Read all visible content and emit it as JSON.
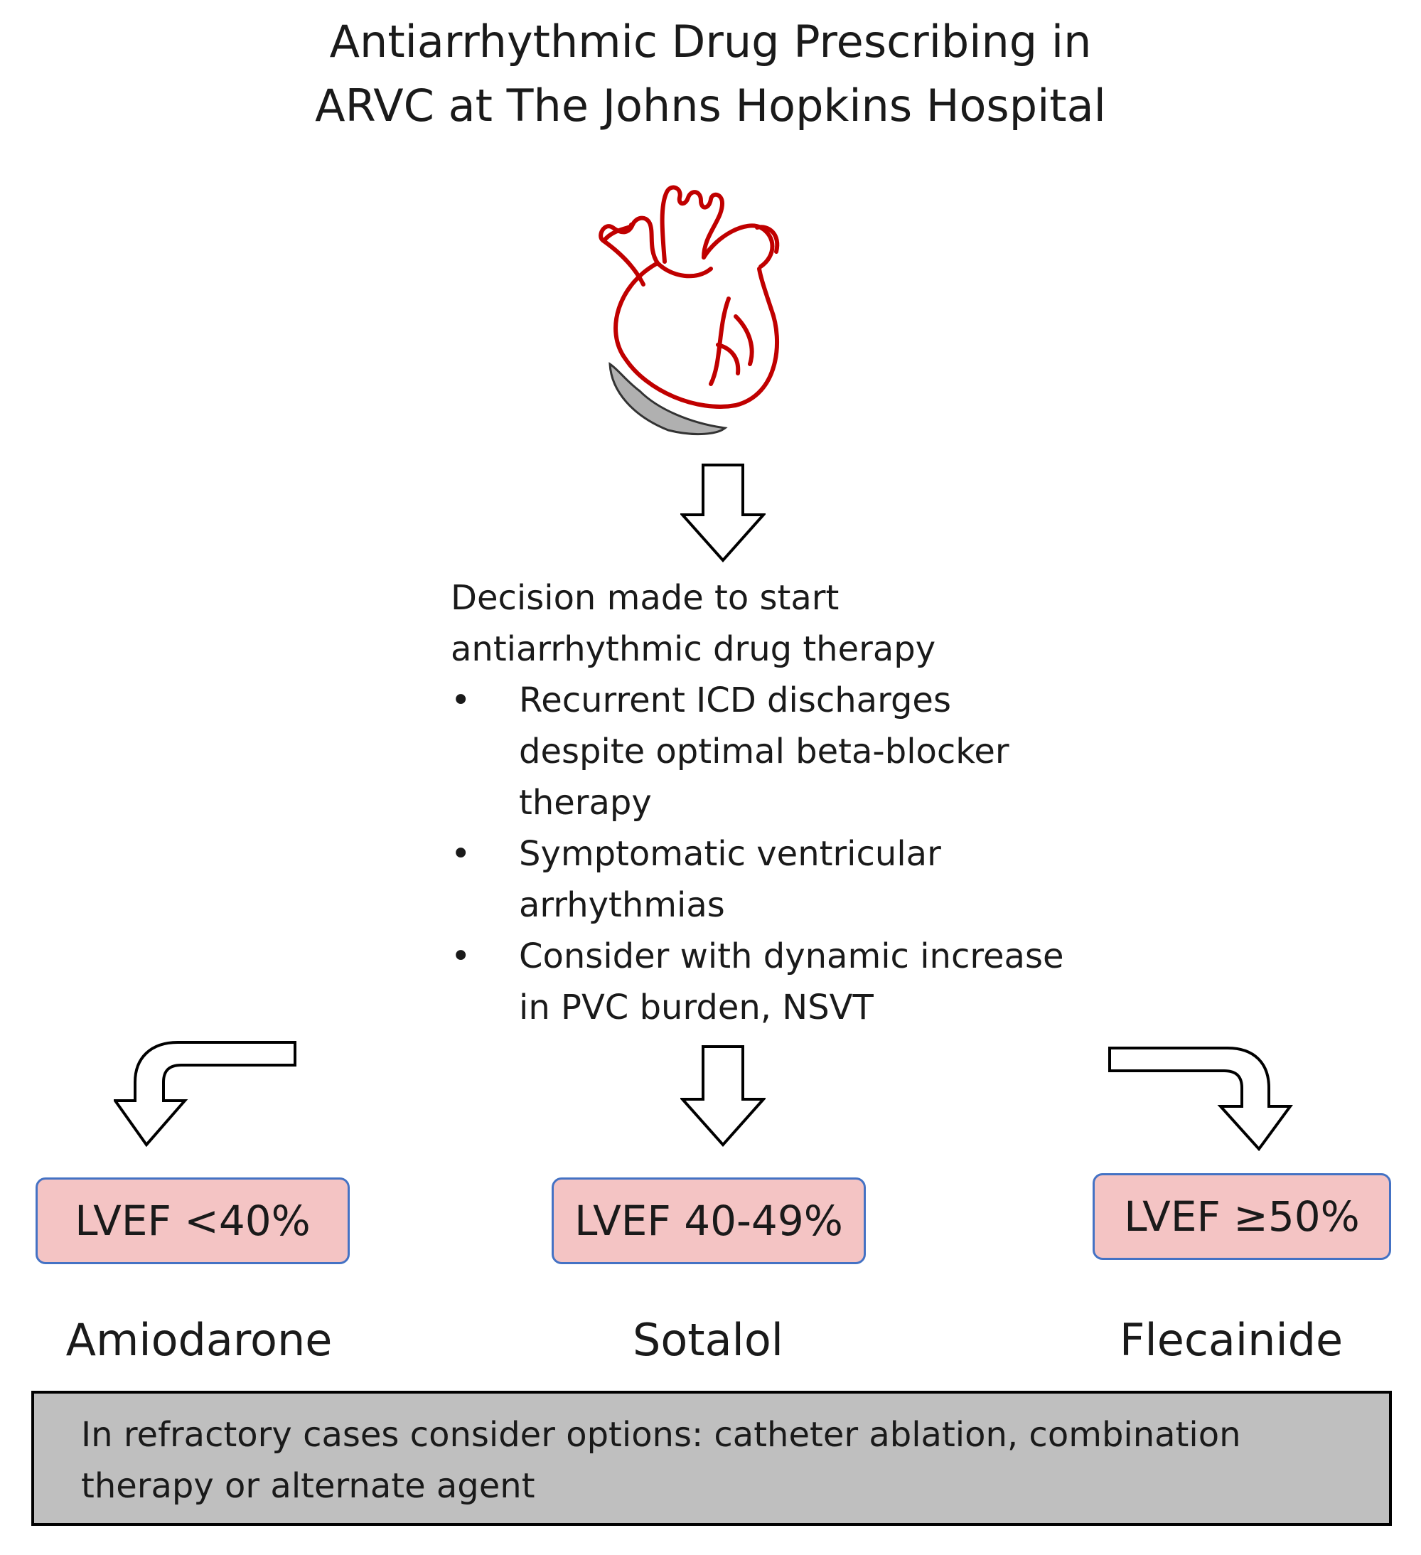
{
  "title": {
    "line1": "Antiarrhythmic Drug Prescribing in",
    "line2": "ARVC at The Johns Hopkins Hospital"
  },
  "heart": {
    "icon": "heart-icon",
    "stroke_color": "#c00000",
    "patch_color": "#b0b0b0"
  },
  "decision": {
    "lead1": "Decision made to start",
    "lead2": "antiarrhythmic drug therapy",
    "bullet": "•",
    "items": [
      {
        "line1": "Recurrent ICD discharges",
        "line2": "despite optimal beta-blocker",
        "line3": "therapy"
      },
      {
        "line1": "Symptomatic ventricular",
        "line2": "arrhythmias"
      },
      {
        "line1": "Consider with dynamic increase",
        "line2": "in PVC burden, NSVT"
      }
    ]
  },
  "branches": [
    {
      "lvef": "LVEF <40%",
      "drug": "Amiodarone"
    },
    {
      "lvef": "LVEF 40-49%",
      "drug": "Sotalol"
    },
    {
      "lvef": "LVEF ≥50%",
      "drug": "Flecainide"
    }
  ],
  "note": {
    "line1": "In refractory cases consider options: catheter ablation, combination",
    "line2": "therapy or alternate agent"
  },
  "colors": {
    "box_fill": "#f4c4c4",
    "box_border": "#4472c4",
    "note_fill": "#bfbfbf"
  }
}
